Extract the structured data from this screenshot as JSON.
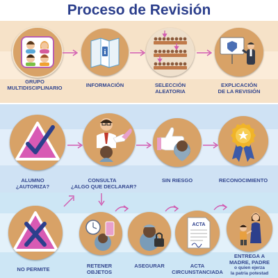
{
  "title": "Proceso de Revisión",
  "colors": {
    "title": "#2c3f8c",
    "label": "#34478f",
    "arrow": "#d15ab0",
    "circle": "#d8a267",
    "triangle": "#d85ab4",
    "band_top": "#f6e2c8",
    "band_mid": "#cfe2f4"
  },
  "steps_row1": [
    {
      "label_line1": "GRUPO",
      "label_line2": "MULTIDISCIPLINARIO",
      "icon": "group-people-icon"
    },
    {
      "label_line1": "INFORMACIÓN",
      "icon": "information-brochure-icon"
    },
    {
      "label_line1": "SELECCIÓN",
      "label_line2": "ALEATORIA",
      "icon": "random-selection-icon"
    },
    {
      "label_line1": "EXPLICACIÓN",
      "label_line2": "DE LA REVISIÓN",
      "icon": "presentation-icon"
    }
  ],
  "steps_row2": [
    {
      "label_line1": "ALUMNO",
      "label_line2": "¿AUTORIZA?",
      "icon": "checkmark-icon"
    },
    {
      "label_line1": "CONSULTA",
      "label_line2": "¿ALGO QUE DECLARAR?",
      "icon": "consultation-icon"
    },
    {
      "label_line1": "SIN RIESGO",
      "icon": "thumbs-up-icon"
    },
    {
      "label_line1": "RECONOCIMIENTO",
      "icon": "medal-icon"
    }
  ],
  "steps_row3": [
    {
      "label_line1": "NO PERMITE",
      "icon": "x-mark-icon"
    },
    {
      "label_line1": "RETENER",
      "label_line2": "OBJETOS",
      "icon": "retain-objects-icon"
    },
    {
      "label_line1": "ASEGURAR",
      "icon": "secure-icon"
    },
    {
      "label_line1": "ACTA",
      "label_line2": "CIRCUNSTANCIADA",
      "icon": "document-icon",
      "doc_text": "ACTA"
    },
    {
      "label_line1": "ENTREGA A",
      "label_line2": "MADRE, PADRE",
      "label_line3": "o quien ejerza",
      "label_line4": "la patria potestad",
      "icon": "family-handover-icon"
    }
  ]
}
